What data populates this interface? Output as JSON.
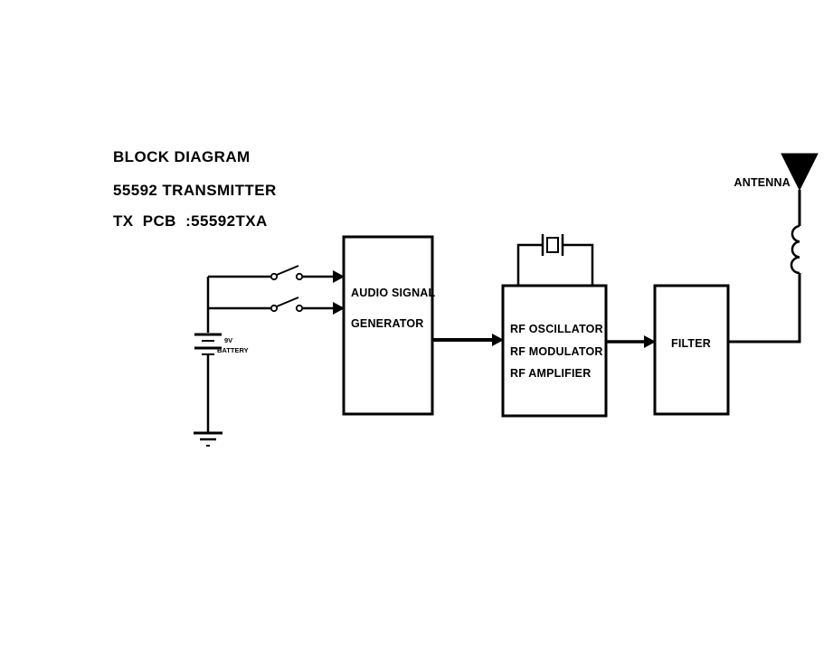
{
  "colors": {
    "background": "#ffffff",
    "ink": "#000000"
  },
  "title": {
    "line1": "BLOCK DIAGRAM",
    "line2": "55592 TRANSMITTER",
    "line3": "TX  PCB  :55592TXA"
  },
  "blocks": {
    "audio_signal_generator": {
      "line1": "AUDIO SIGNAL",
      "line2": "GENERATOR"
    },
    "rf_stage": {
      "line1": "RF OSCILLATOR",
      "line2": "RF MODULATOR",
      "line3": "RF AMPLIFIER"
    },
    "filter": {
      "label": "FILTER"
    }
  },
  "labels": {
    "antenna": "ANTENNA",
    "battery_line1": "9V",
    "battery_line2": "BATTERY"
  }
}
